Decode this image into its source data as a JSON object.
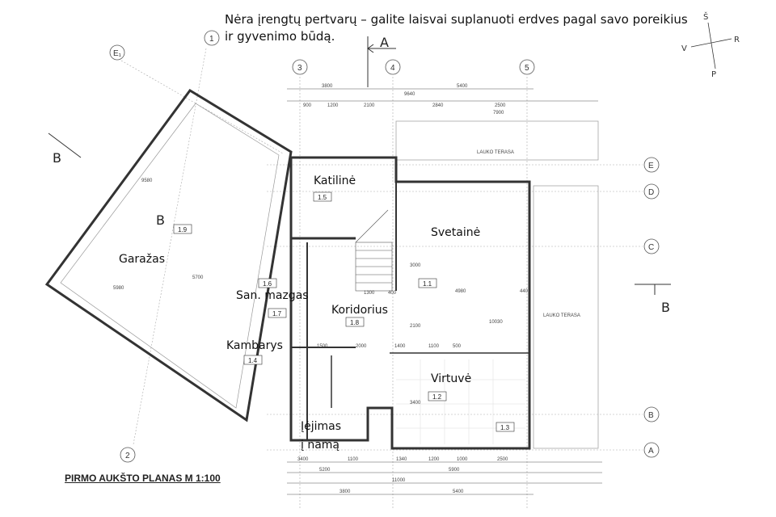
{
  "note": {
    "line1": "Nėra įrengtų pertvarų – galite laisvai suplanuoti erdves pagal savo poreikius",
    "line2": "ir gyvenimo būdą."
  },
  "title": "PIRMO AUKŠTO PLANAS M 1:100",
  "compass": {
    "n": "Š",
    "e": "R",
    "w": "V",
    "s": "P"
  },
  "sections": {
    "a": "A",
    "b": "B"
  },
  "grid": {
    "g1": "1",
    "g2": "2",
    "g3": "3",
    "g4": "4",
    "g5": "5",
    "e1": "E₁",
    "E": "E",
    "D": "D",
    "C": "C",
    "B": "B",
    "A": "A"
  },
  "rooms": [
    {
      "name": "Katilinė",
      "num": "1.5"
    },
    {
      "name": "Svetainė",
      "num": "1.1"
    },
    {
      "name": "Garažas",
      "num": "1.9"
    },
    {
      "name": "San. mazgas",
      "num": "1.6"
    },
    {
      "name": "Koridorius",
      "num": "1.8"
    },
    {
      "name": "Kambarys",
      "num": "1.4"
    },
    {
      "name": "Virtuvė",
      "num": "1.2"
    },
    {
      "name": "Įėjimas",
      "name2": "į namą",
      "num": "1.3"
    }
  ],
  "extra_num": "1.7",
  "terrace": "LAUKO TERASA",
  "dims_top": [
    "3800",
    "5400",
    "9640",
    "900",
    "1200",
    "2100",
    "2840",
    "2500",
    "7900"
  ],
  "dims_bottom": [
    "3400",
    "1100",
    "1340",
    "1200",
    "1000",
    "2500",
    "5200",
    "5900",
    "11000",
    "3800",
    "5400"
  ],
  "dims_inner": [
    "1300",
    "400",
    "4980",
    "440",
    "2000",
    "1400",
    "1100",
    "500",
    "1500",
    "3000",
    "2100",
    "10030",
    "3400",
    "5980",
    "5700",
    "9580"
  ]
}
